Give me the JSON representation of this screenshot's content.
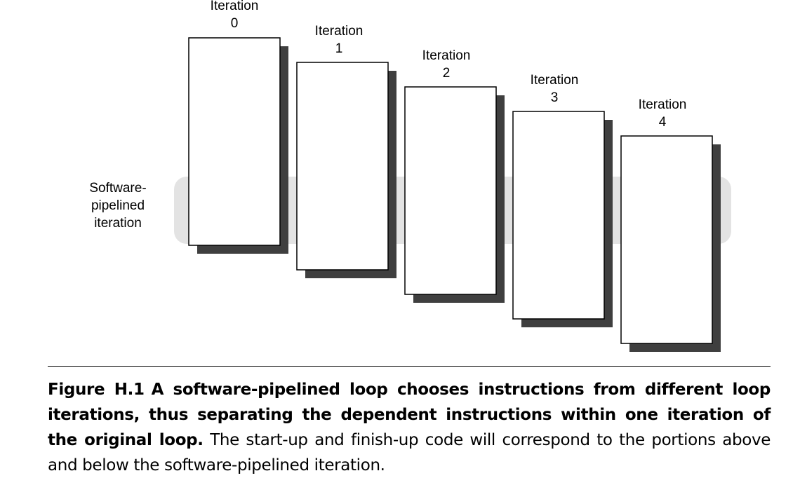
{
  "diagram": {
    "iterations": [
      {
        "line1": "Iteration",
        "line2": "0"
      },
      {
        "line1": "Iteration",
        "line2": "1"
      },
      {
        "line1": "Iteration",
        "line2": "2"
      },
      {
        "line1": "Iteration",
        "line2": "3"
      },
      {
        "line1": "Iteration",
        "line2": "4"
      }
    ],
    "side_label": {
      "line1": "Software-",
      "line2": "pipelined",
      "line3": "iteration"
    },
    "colors": {
      "box_fill": "#ffffff",
      "box_stroke": "#000000",
      "shadow": "#3f3f3f",
      "band": "#e3e3e3"
    }
  },
  "caption": {
    "figure_number": "Figure H.1",
    "bold_text": "A software-pipelined loop chooses instructions from different loop iterations, thus separating the dependent instructions within one iteration of the original loop.",
    "regular_text": "The start-up and finish-up code will correspond to the portions above and below the software-pipelined iteration."
  }
}
